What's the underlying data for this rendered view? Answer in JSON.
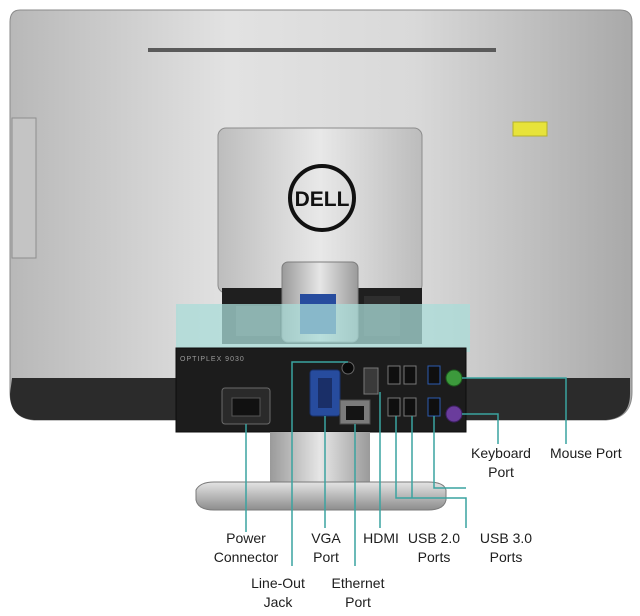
{
  "logo": {
    "brand": "DELL",
    "series": "OPTIPLEX 9030"
  },
  "colors": {
    "callout": "#3aa3a0",
    "body_light": "#cfcfcf",
    "body_dark": "#2b2b2b",
    "panel": "#1e1e1e"
  },
  "labels": {
    "power": "Power\nConnector",
    "line_out": "Line-Out\nJack",
    "vga": "VGA\nPort",
    "ethernet": "Ethernet\nPort",
    "hdmi": "HDMI",
    "usb2": "USB 2.0\nPorts",
    "usb3": "USB 3.0\nPorts",
    "keyboard": "Keyboard\nPort",
    "mouse": "Mouse Port"
  }
}
